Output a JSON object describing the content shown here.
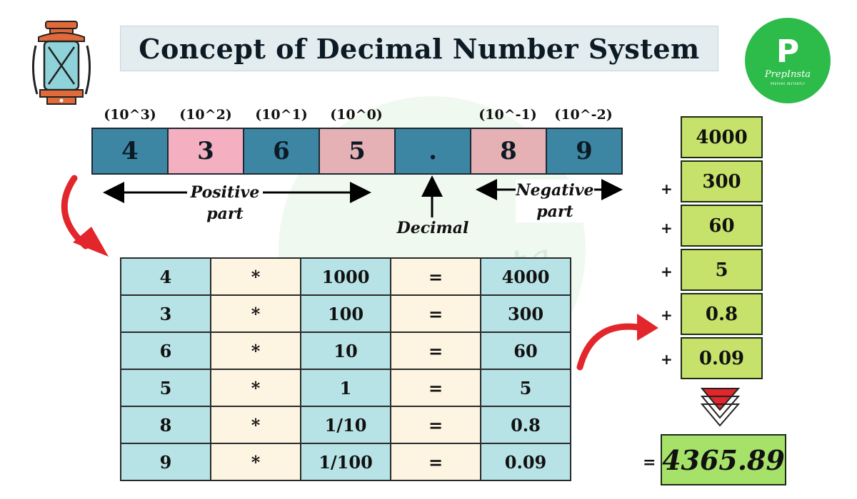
{
  "title": "Concept of Decimal Number System",
  "logo": {
    "letter": "P",
    "name": "PrepInsta",
    "tagline": "PREPARE INSTANTLY"
  },
  "watermark": {
    "text": "PrepInsta"
  },
  "exponents": [
    "(10^3)",
    "(10^2)",
    "(10^1)",
    "(10^0)",
    "(10^-1)",
    "(10^-2)"
  ],
  "digits": [
    {
      "value": "4",
      "color": "#3c86a4"
    },
    {
      "value": "3",
      "color": "#f4afc0"
    },
    {
      "value": "6",
      "color": "#3c86a4"
    },
    {
      "value": "5",
      "color": "#e6b1b5"
    },
    {
      "value": ".",
      "color": "#3c86a4"
    },
    {
      "value": "8",
      "color": "#e6b1b5"
    },
    {
      "value": "9",
      "color": "#3c86a4"
    }
  ],
  "labels": {
    "positive_line1": "Positive",
    "positive_line2": "part",
    "negative_line1": "Negative",
    "negative_line2": "part",
    "decimal": "Decimal"
  },
  "table": {
    "rows": [
      {
        "digit": "4",
        "op": "*",
        "place": "1000",
        "eq": "=",
        "product": "4000"
      },
      {
        "digit": "3",
        "op": "*",
        "place": "100",
        "eq": "=",
        "product": "300"
      },
      {
        "digit": "6",
        "op": "*",
        "place": "10",
        "eq": "=",
        "product": "60"
      },
      {
        "digit": "5",
        "op": "*",
        "place": "1",
        "eq": "=",
        "product": "5"
      },
      {
        "digit": "8",
        "op": "*",
        "place": "1/10",
        "eq": "=",
        "product": "0.8"
      },
      {
        "digit": "9",
        "op": "*",
        "place": "1/100",
        "eq": "=",
        "product": "0.09"
      }
    ]
  },
  "sum": {
    "terms": [
      "4000",
      "300",
      "60",
      "5",
      "0.8",
      "0.09"
    ],
    "plus": "+",
    "equals": "=",
    "result": "4365.89"
  },
  "colors": {
    "digit_blue": "#3c86a4",
    "digit_pink": "#f4afc0",
    "table_blue": "#b7e2e6",
    "table_cream": "#fdf5e2",
    "sum_green": "#c7e26a",
    "result_green": "#a6e26a",
    "arrow_red": "#e2262b"
  }
}
